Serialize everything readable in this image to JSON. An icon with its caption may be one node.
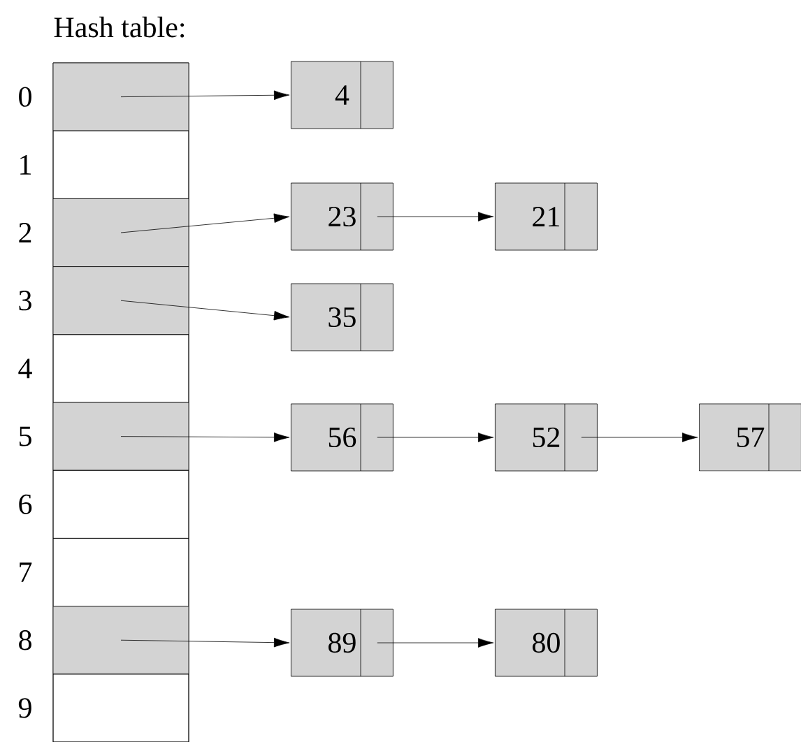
{
  "diagram": {
    "nodes": [
      {
        "text": [
          "Hash table:"
        ]
      },
      {
        "text": [],
        "shape": "box",
        "in": 0,
        "beside": [
          "0"
        ]
      },
      {
        "text": [],
        "shape": "box",
        "in": 0,
        "beside": [
          "1"
        ]
      },
      {
        "text": [],
        "shape": "box",
        "in": 0,
        "beside": [
          "2"
        ]
      },
      {
        "text": [],
        "shape": "box",
        "in": 0,
        "beside": [
          "3"
        ]
      },
      {
        "text": [],
        "shape": "box",
        "in": 0,
        "beside": [
          "4"
        ]
      },
      {
        "text": [],
        "shape": "box",
        "in": 0,
        "beside": [
          "5"
        ]
      },
      {
        "text": [],
        "shape": "box",
        "in": 0,
        "beside": [
          "6"
        ]
      },
      {
        "text": [],
        "shape": "box",
        "in": 0,
        "beside": [
          "7"
        ]
      },
      {
        "text": [],
        "shape": "box",
        "in": 0,
        "beside": [
          "8"
        ]
      },
      {
        "text": [],
        "shape": "box",
        "in": 0,
        "beside": [
          "9"
        ]
      },
      {
        "text": [
          "4"
        ]
      },
      {
        "text": [
          "23"
        ]
      },
      {
        "text": [
          "21"
        ]
      },
      {
        "text": [
          "35"
        ]
      },
      {
        "text": [
          "56"
        ]
      },
      {
        "text": [
          "52"
        ]
      },
      {
        "text": [
          "57"
        ]
      },
      {
        "text": [
          "89"
        ]
      },
      {
        "text": [
          "80"
        ]
      }
    ],
    "edges": [
      {
        "from": 1,
        "to": 11,
        "arrow": "to"
      },
      {
        "from": 3,
        "to": 12,
        "arrow": "to"
      },
      {
        "from": 12,
        "to": 13,
        "arrow": "to"
      },
      {
        "from": 4,
        "to": 14,
        "arrow": "to"
      },
      {
        "from": 6,
        "to": 15,
        "arrow": "to"
      },
      {
        "from": 15,
        "to": 16,
        "arrow": "to"
      },
      {
        "from": 16,
        "to": 17,
        "arrow": "to"
      },
      {
        "from": 9,
        "to": 18,
        "arrow": "to"
      },
      {
        "from": 18,
        "to": 19,
        "arrow": "to"
      }
    ]
  }
}
